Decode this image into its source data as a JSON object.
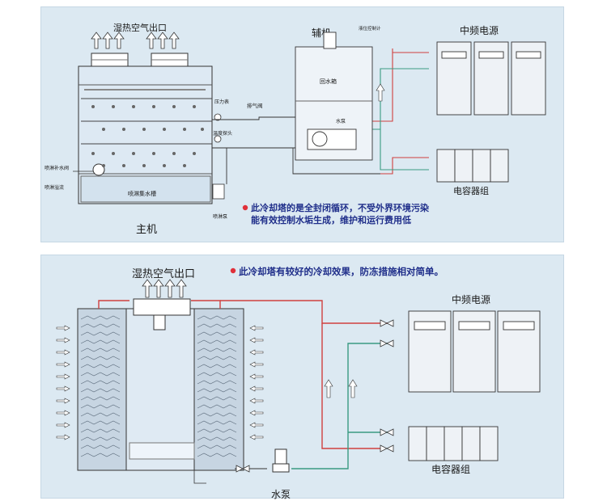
{
  "top_diagram": {
    "air_outlet": "湿热空气出口",
    "aux_unit": "辅机",
    "level_controller": "液位控制计",
    "return_tank": "回水箱",
    "pump_small": "水泵",
    "mf_power": "中频电源",
    "capacitor_bank": "电容器组",
    "pressure_gauge": "压力表",
    "vent_valve": "排气阀",
    "temp_probe": "温度探头",
    "spray_makeup_valve": "喷淋补水阀",
    "spray_overflow": "喷淋溢流",
    "spray_tank": "喷淋集水槽",
    "spray_pump": "喷淋泵",
    "main_unit": "主机",
    "note_line1": "此冷却塔的是全封闭循环，不受外界环境污染",
    "note_line2": "能有效控制水垢生成，维护和运行费用低"
  },
  "bottom_diagram": {
    "air_outlet": "湿热空气出口",
    "note": "此冷却塔有较好的冷却效果，防冻措施相对简单。",
    "mf_power": "中频电源",
    "capacitor_bank": "电容器组",
    "pump": "水泵"
  },
  "colors": {
    "panel_bg": "#dce9f2",
    "line": "#2a2a2a",
    "hot_pipe": "#d0403e",
    "cold_pipe": "#3a9a82",
    "note_text": "#1f2e8a",
    "note_bullet": "#e0303a"
  }
}
